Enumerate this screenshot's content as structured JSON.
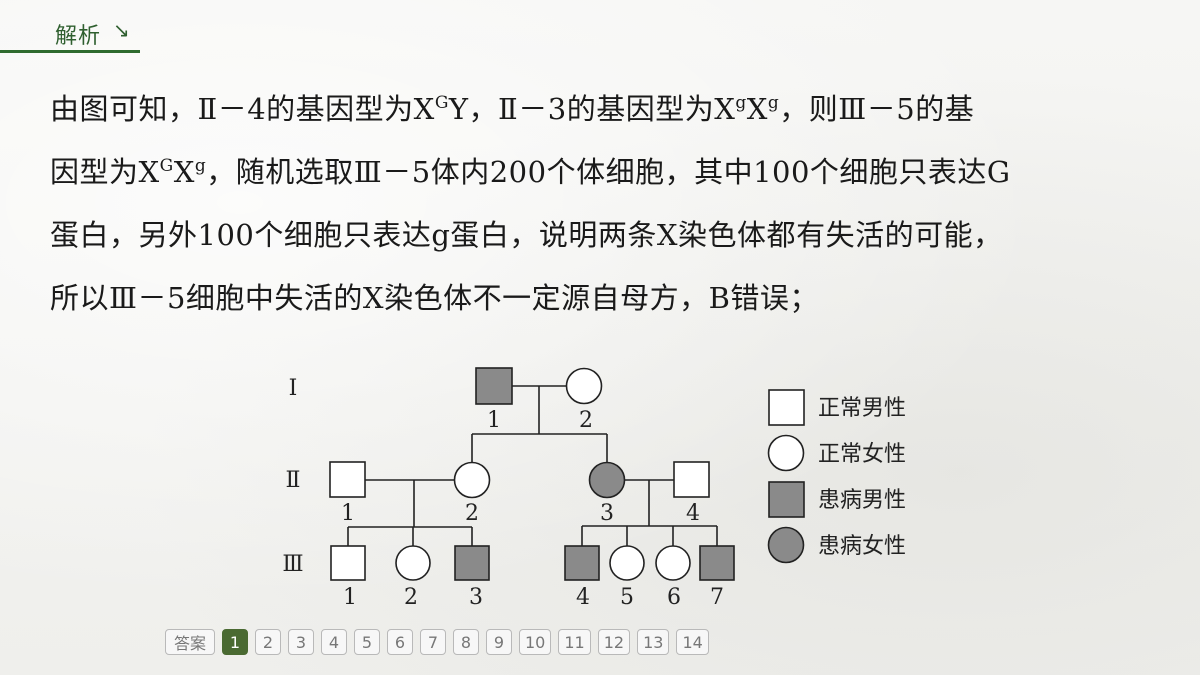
{
  "header": {
    "label": "解析",
    "arrow": "↘"
  },
  "content": {
    "l1_a": "由图可知，Ⅱ－4的基因型为X",
    "l1_s1": "G",
    "l1_b": "Y，Ⅱ－3的基因型为X",
    "l1_s2": "g",
    "l1_c": "X",
    "l1_s3": "g",
    "l1_d": "，则Ⅲ－5的基",
    "l2_a": "因型为X",
    "l2_s1": "G",
    "l2_b": "X",
    "l2_s2": "g",
    "l2_c": "，随机选取Ⅲ－5体内200个体细胞，其中100个细胞只表达G",
    "l3": "蛋白，另外100个细胞只表达g蛋白，说明两条X染色体都有失活的可能，",
    "l4": "所以Ⅲ－5细胞中失活的X染色体不一定源自母方，B错误；"
  },
  "pedigree": {
    "generations": [
      "Ⅰ",
      "Ⅱ",
      "Ⅲ"
    ],
    "gen1_labels": [
      "1",
      "2"
    ],
    "gen2_labels": [
      "1",
      "2",
      "3",
      "4"
    ],
    "gen3_labels": [
      "1",
      "2",
      "3",
      "4",
      "5",
      "6",
      "7"
    ],
    "legend": [
      "正常男性",
      "正常女性",
      "患病男性",
      "患病女性"
    ],
    "affected_color": "#8a8a8a"
  },
  "pager": {
    "answer_label": "答案",
    "pages": [
      "1",
      "2",
      "3",
      "4",
      "5",
      "6",
      "7",
      "8",
      "9",
      "10",
      "11",
      "12",
      "13",
      "14"
    ],
    "active": "1"
  }
}
